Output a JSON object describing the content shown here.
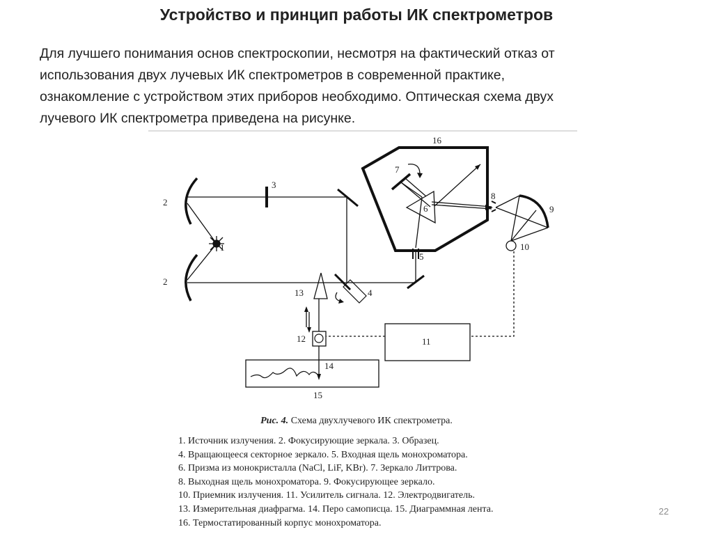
{
  "title": "Устройство и принцип работы ИК спектрометров",
  "intro_lines": [
    "Для лучшего понимания основ спектроскопии, несмотря на фактический отказ от",
    "использования двух лучевых ИК спектрометров в современной практике,",
    "ознакомление с устройством этих приборов необходимо. Оптическая схема двух",
    "лучевого ИК спектрометра приведена на рисунке."
  ],
  "figure": {
    "labels": {
      "l1": "1",
      "l2a": "2",
      "l2b": "2",
      "l3": "3",
      "l4": "4",
      "l5": "5",
      "l6": "6",
      "l7": "7",
      "l8": "8",
      "l9": "9",
      "l10": "10",
      "l11": "11",
      "l12": "12",
      "l13": "13",
      "l14": "14",
      "l15": "15",
      "l16": "16"
    },
    "caption_prefix": "Рис. 4.",
    "caption_text": " Схема двухлучевого ИК спектрометра.",
    "legend_lines": [
      "1. Источник излучения. 2. Фокусирующие зеркала. 3. Образец.",
      "4. Вращающееся секторное зеркало. 5. Входная щель монохроматора.",
      "6. Призма из монокристалла (NaCl, LiF, KBr). 7. Зеркало Литтрова.",
      "8. Выходная щель монохроматора. 9. Фокусирующее зеркало.",
      "10. Приемник излучения. 11. Усилитель сигнала. 12. Электродвигатель.",
      "13. Измерительная диафрагма. 14. Перо самописца. 15. Диаграммная лента.",
      "16. Термостатированный корпус монохроматора."
    ]
  },
  "page_number": "22"
}
